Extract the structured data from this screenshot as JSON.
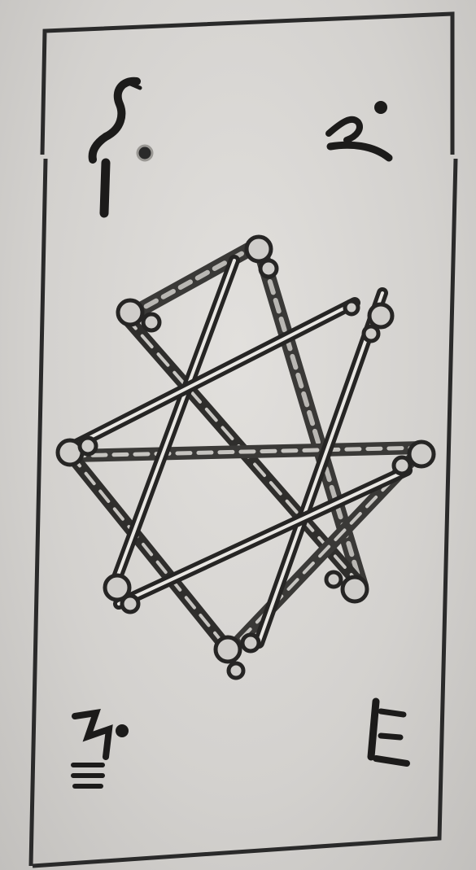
{
  "card": {
    "background_color": "#dddbd8",
    "ink_color": "#1c1b1a",
    "border_color": "#2a2a2a"
  },
  "corner_glyphs": [
    {
      "position": "top-left",
      "icon": "bird-glyph-with-dot"
    },
    {
      "position": "top-right",
      "icon": "ligature-glyph-with-dot"
    },
    {
      "position": "bottom-left",
      "icon": "glyph-with-dot-and-bars"
    },
    {
      "position": "bottom-right",
      "icon": "three-stroke-glyph"
    }
  ],
  "emblem": {
    "icon": "hexagram-of-interlaced-rods"
  }
}
